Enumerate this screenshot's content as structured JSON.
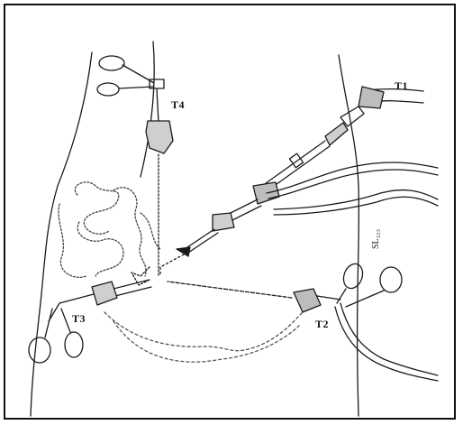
{
  "figure": {
    "labels": {
      "t1": "T1",
      "t2": "T2",
      "t3": "T3",
      "t4": "T4"
    },
    "side_text": "SL₃₃₃"
  },
  "colors": {
    "line": "#1a1a1a",
    "background": "#ffffff"
  }
}
